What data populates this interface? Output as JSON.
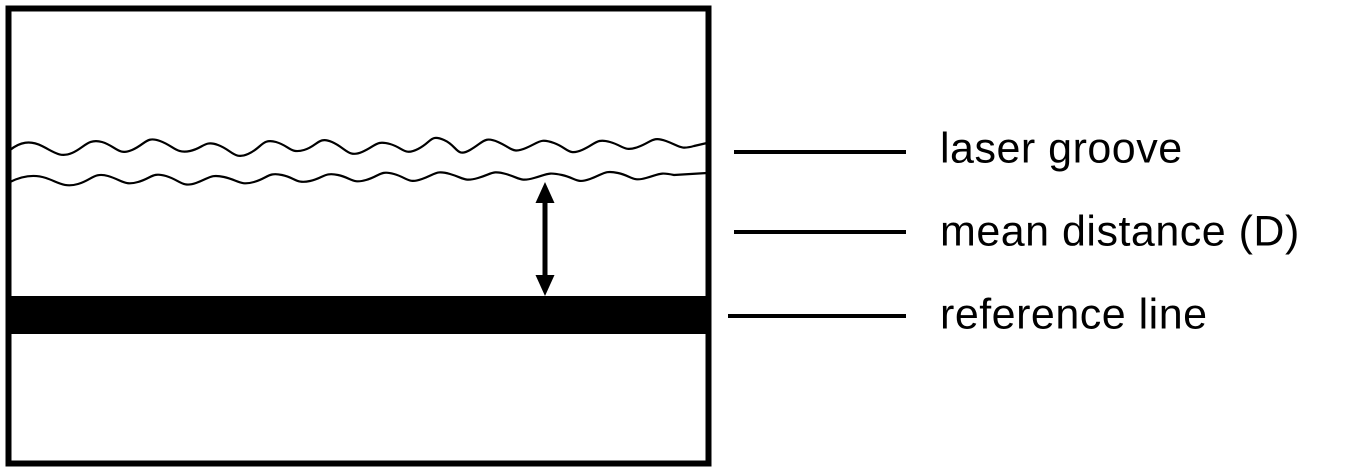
{
  "diagram": {
    "description": "Cross-section schematic of a laser groove depth measurement",
    "labels": [
      {
        "id": "laser-groove",
        "text": "laser groove"
      },
      {
        "id": "mean-distance",
        "text": "mean distance (D)"
      },
      {
        "id": "reference-line",
        "text": "reference line"
      }
    ],
    "shapes": {
      "box": "sample-cross-section-outline",
      "groove_profiles": [
        "laser-groove-upper-profile",
        "laser-groove-lower-profile"
      ],
      "bar": "reference-line-bar",
      "arrow": "mean-distance-double-arrow"
    }
  },
  "colors": {
    "ink": "#000000",
    "background": "#ffffff"
  }
}
